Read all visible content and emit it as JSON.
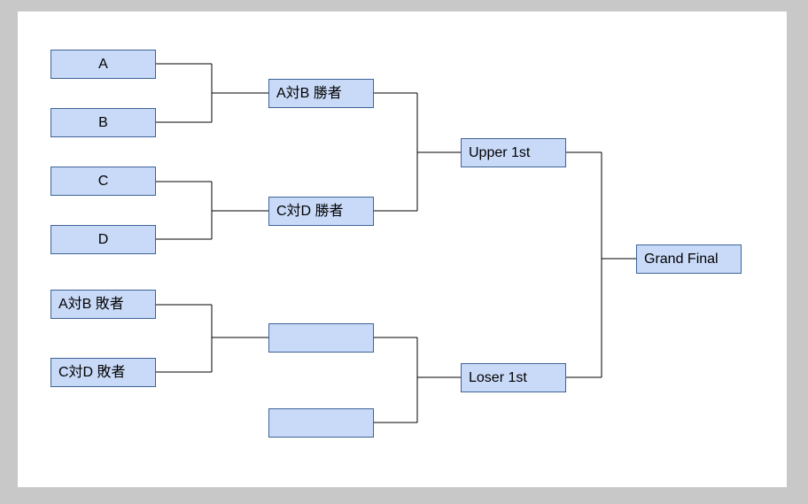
{
  "bracket": {
    "round1": {
      "a": "A",
      "b": "B",
      "c": "C",
      "d": "D",
      "ab_loser": "A対B 敗者",
      "cd_loser": "C対D 敗者"
    },
    "round2": {
      "ab_winner": "A対B 勝者",
      "cd_winner": "C対D 勝者",
      "loser_slot_1": "",
      "loser_slot_2": ""
    },
    "round3": {
      "upper_1st": "Upper 1st",
      "loser_1st": "Loser 1st"
    },
    "final": {
      "grand_final": "Grand Final"
    }
  },
  "colors": {
    "node_fill": "#c9daf8",
    "node_border": "#3d6396",
    "background": "#ffffff",
    "frame": "#c8c8c8"
  }
}
